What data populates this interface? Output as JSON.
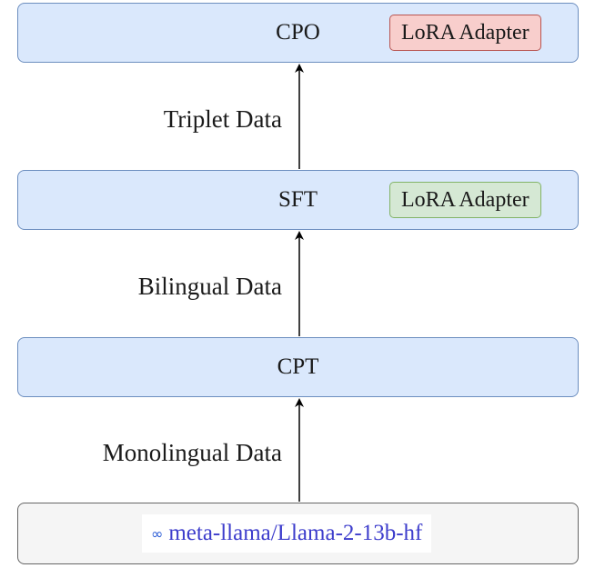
{
  "stages": {
    "cpo": {
      "label": "CPO",
      "adapter": "LoRA Adapter",
      "adapter_color": "#f8cecc"
    },
    "sft": {
      "label": "SFT",
      "adapter": "LoRA Adapter",
      "adapter_color": "#d5e8d4"
    },
    "cpt": {
      "label": "CPT"
    }
  },
  "base_model": {
    "icon": "infinity-icon",
    "symbol": "∞",
    "name": "meta-llama/Llama-2-13b-hf"
  },
  "data": {
    "triplet": "Triplet Data",
    "bilingual": "Bilingual Data",
    "monolingual": "Monolingual Data"
  },
  "colors": {
    "stage_fill": "#dae8fc",
    "stage_stroke": "#6c8ebf",
    "base_fill": "#f5f5f5",
    "link_text": "#3d3dcc"
  }
}
